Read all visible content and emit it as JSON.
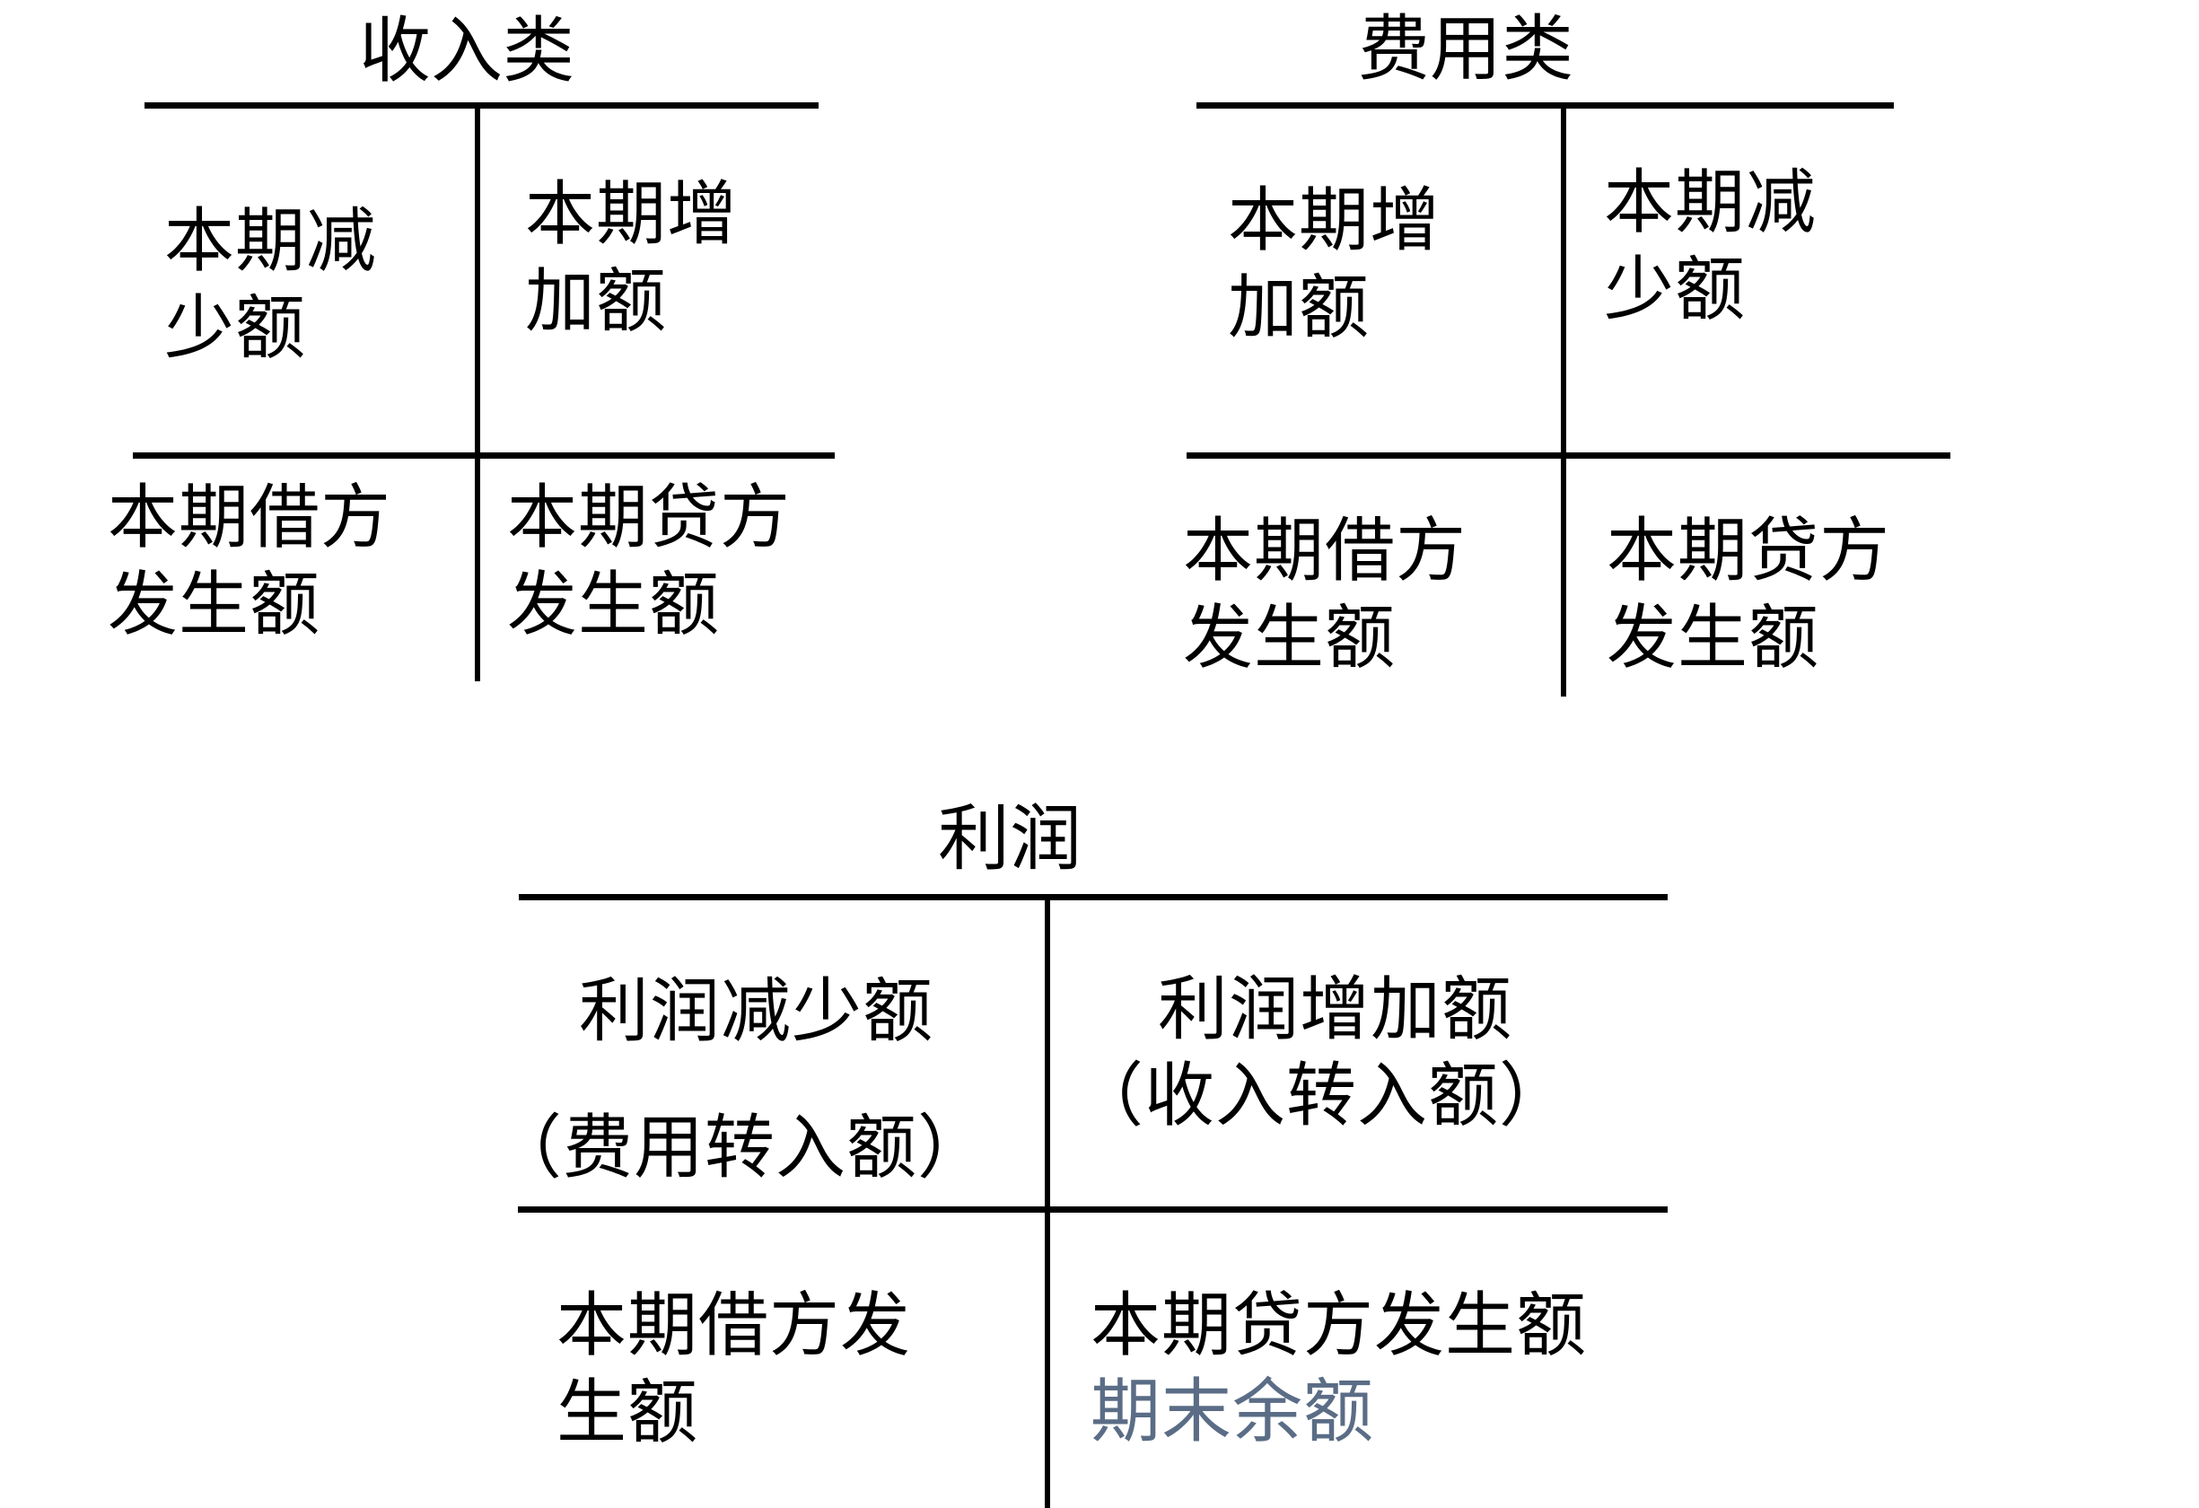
{
  "diagram": {
    "kind": "t-account-diagram",
    "background": "#ffffff"
  },
  "colors": {
    "ink": "#000000",
    "ending_balance_text": "#5b6d86"
  },
  "accounts": {
    "revenue": {
      "title": "收入类",
      "upper_left_line1": "本期减",
      "upper_left_line2": "少额",
      "upper_right_line1": "本期增",
      "upper_right_line2": "加额",
      "lower_left_line1": "本期借方",
      "lower_left_line2": "发生额",
      "lower_right_line1": "本期贷方",
      "lower_right_line2": "发生额"
    },
    "expense": {
      "title": "费用类",
      "upper_left_line1": "本期增",
      "upper_left_line2": "加额",
      "upper_right_line1": "本期减",
      "upper_right_line2": "少额",
      "lower_left_line1": "本期借方",
      "lower_left_line2": "发生额",
      "lower_right_line1": "本期贷方",
      "lower_right_line2": "发生额"
    },
    "profit": {
      "title": "利润",
      "upper_left_line1": "利润减少额",
      "upper_left_line2": "（费用转入额）",
      "upper_right_line1": "利润增加额",
      "upper_right_line2": "（收入转入额）",
      "lower_left_line1": "本期借方发",
      "lower_left_line2": "生额",
      "lower_right_line1": "本期贷方发生额",
      "lower_right_line2": "期末余额"
    }
  }
}
